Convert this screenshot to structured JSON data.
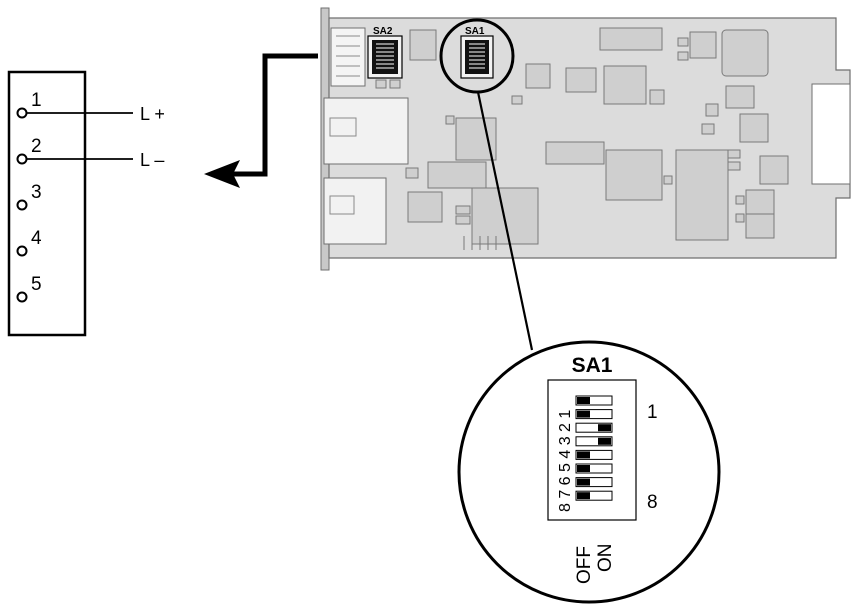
{
  "terminal_block": {
    "pins": [
      "1",
      "2",
      "3",
      "4",
      "5"
    ],
    "wired_pins": [
      0,
      1
    ]
  },
  "wires": {
    "plus_label": "L +",
    "minus_label": "L –"
  },
  "board": {
    "switch_sa2_label": "SA2",
    "switch_sa1_label": "SA1"
  },
  "zoom": {
    "title": "SA1",
    "number_top": "1",
    "number_bottom": "8",
    "switch_side_numbers": "8 7 6 5 4 3 2 1",
    "off_label": "OFF",
    "on_label": "ON",
    "switch_states": [
      "off",
      "off",
      "on",
      "on",
      "off",
      "off",
      "off",
      "off"
    ]
  },
  "colors": {
    "board_fill": "#dcdcdc",
    "board_edge": "#6f6f6f",
    "component_fill": "#cfcfcf",
    "line": "#000000"
  }
}
